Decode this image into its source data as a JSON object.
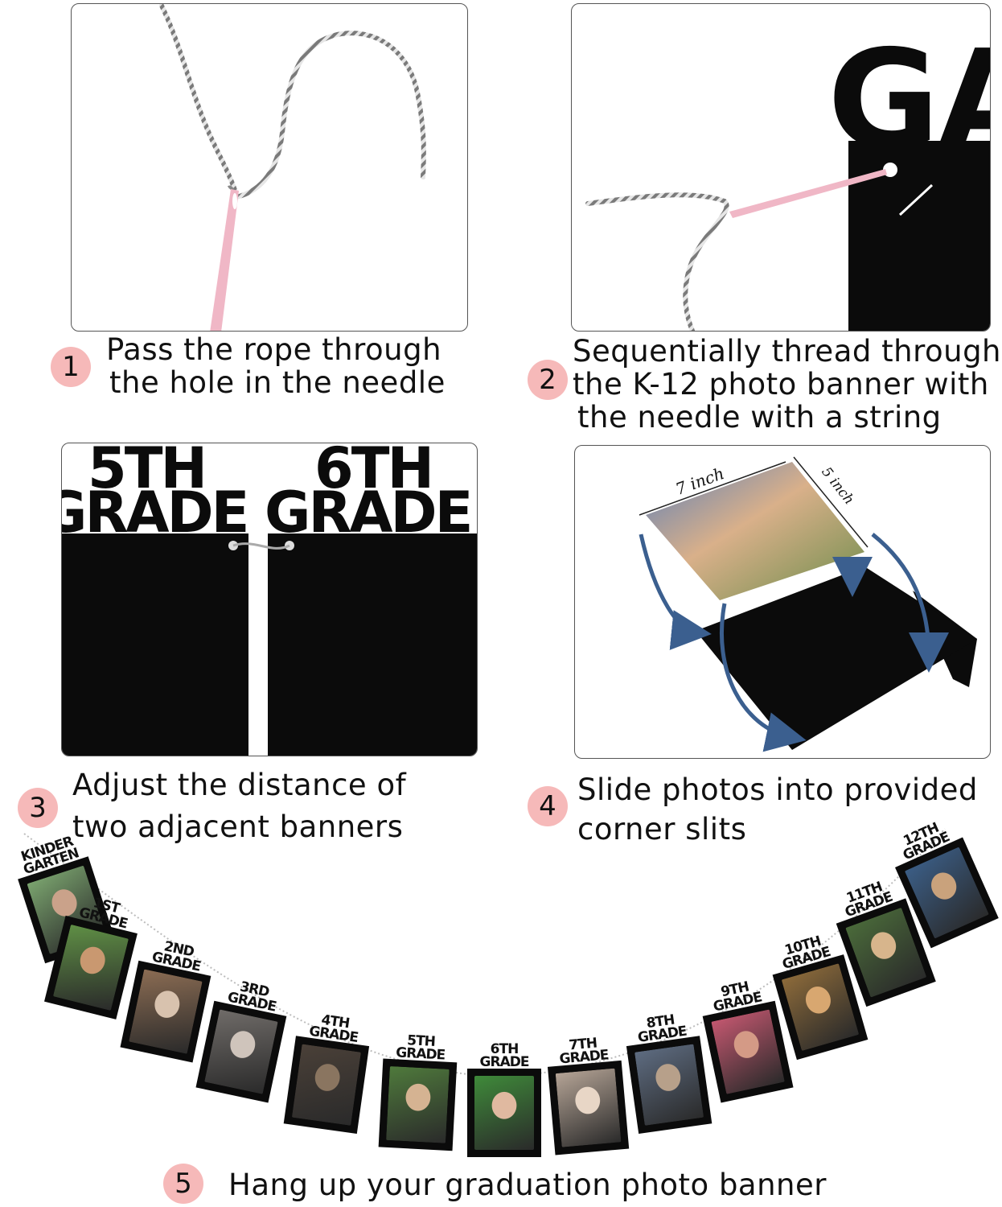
{
  "steps": [
    {
      "number": "1",
      "lines": [
        "Pass the rope through",
        "the hole in the needle"
      ]
    },
    {
      "number": "2",
      "lines": [
        "Sequentially thread through",
        "the K-12 photo banner with",
        "the needle with a string"
      ]
    },
    {
      "number": "3",
      "lines": [
        "Adjust the distance of",
        "two adjacent banners"
      ]
    },
    {
      "number": "4",
      "lines": [
        "Slide photos into provided",
        "corner slits"
      ]
    },
    {
      "number": "5",
      "lines": [
        "Hang up your graduation photo banner"
      ]
    }
  ],
  "panel2": {
    "letters": "GA"
  },
  "panel3": {
    "left_top": "5TH",
    "left_bottom": "GRADE",
    "right_top": "6TH",
    "right_bottom": "GRADE"
  },
  "panel4": {
    "width_label": "7 inch",
    "height_label": "5 inch"
  },
  "banner": [
    {
      "top": "KINDER",
      "bottom": "GARTEN"
    },
    {
      "top": "1ST",
      "bottom": "GRADE"
    },
    {
      "top": "2ND",
      "bottom": "GRADE"
    },
    {
      "top": "3RD",
      "bottom": "GRADE"
    },
    {
      "top": "4TH",
      "bottom": "GRADE"
    },
    {
      "top": "5TH",
      "bottom": "GRADE"
    },
    {
      "top": "6TH",
      "bottom": "GRADE"
    },
    {
      "top": "7TH",
      "bottom": "GRADE"
    },
    {
      "top": "8TH",
      "bottom": "GRADE"
    },
    {
      "top": "9TH",
      "bottom": "GRADE"
    },
    {
      "top": "10TH",
      "bottom": "GRADE"
    },
    {
      "top": "11TH",
      "bottom": "GRADE"
    },
    {
      "top": "12TH",
      "bottom": "GRADE"
    }
  ],
  "colors": {
    "step_badge": "#f6b9b9",
    "card_black": "#0b0b0b",
    "arrow_blue": "#3b5f8f",
    "needle_pink": "#f0b7c6"
  }
}
